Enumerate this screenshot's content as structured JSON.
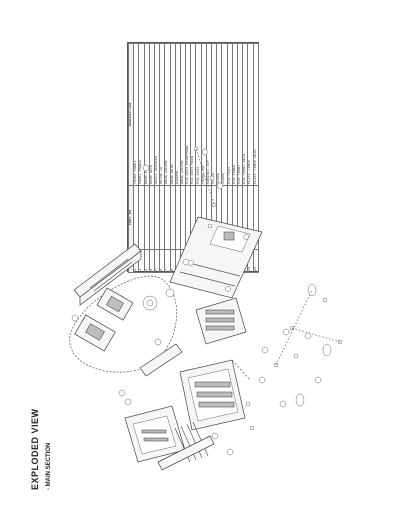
{
  "title": "EXPLODED VIEW",
  "subtitle": "- MAIN SECTION",
  "table": {
    "headers": [
      "REF NO",
      "PART NO",
      "DESCRIPTION"
    ],
    "rows": [
      [
        "1",
        "",
        "FRONT PANEL"
      ],
      [
        "2",
        "",
        "PANEL POWER"
      ],
      [
        "3",
        "",
        "DOOR PLAY"
      ],
      [
        "4",
        "",
        "DOOR DECK"
      ],
      [
        "5",
        "",
        "GRILL SPEAKER"
      ],
      [
        "6",
        "",
        "MECHA CD"
      ],
      [
        "7",
        "",
        "KNOB VOLUME"
      ],
      [
        "8",
        "",
        "KNOB MAIN"
      ],
      [
        "9",
        "",
        "WINDOW"
      ],
      [
        "10",
        "",
        "KNOB VOLUME"
      ],
      [
        "11",
        "",
        "PCB ASSY HEADPHONE"
      ],
      [
        "12",
        "",
        "PCB ASSY MAIN"
      ],
      [
        "13",
        "",
        "PCB ASSY"
      ],
      [
        "14",
        "",
        "FRAME TOP"
      ],
      [
        "15",
        "",
        "CABINET TOP"
      ],
      [
        "16",
        "",
        "SCREW"
      ],
      [
        "17",
        "",
        "SCREW"
      ],
      [
        "18",
        "",
        "SCREW"
      ],
      [
        "19",
        "",
        "PCB PLAY"
      ],
      [
        "20",
        "",
        "PCB POWER"
      ],
      [
        "21",
        "",
        "PCB FRONT"
      ],
      [
        "22",
        "",
        "PCB FRONT DECK"
      ],
      [
        "23",
        "",
        "PLATE TIMER"
      ],
      [
        "24",
        "",
        "PLATE TIMER SKIN"
      ]
    ]
  }
}
